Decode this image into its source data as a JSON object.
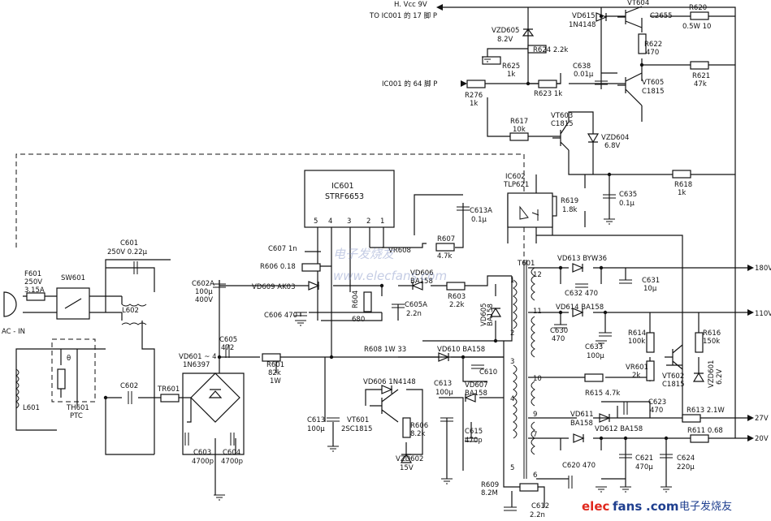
{
  "labels": {
    "hvcc": "H. Vcc 9V",
    "to_ic001_17": "TO IC001 的 17 脚 P",
    "ic001_64": "IC001 的 64 脚 P",
    "vt604": "VT604",
    "c2655": "C2655",
    "r620": "R620",
    "r620v": "0.5W 10",
    "vd615": "VD615",
    "vd615v": "1N4148",
    "vzd605": "VZD605",
    "vzd605v": "8.2V",
    "r624": "R624 2.2k",
    "r622": "R622",
    "r622v": "470",
    "r625": "R625",
    "r625v": "1k",
    "c638": "C638",
    "c638v": "0.01μ",
    "r621": "R621",
    "r621v": "47k",
    "r276": "R276",
    "r276v": "1k",
    "r623": "R623 1k",
    "vt605": "VT605",
    "vt605v": "C1815",
    "r617": "R617",
    "r617v": "10k",
    "vt603": "VT603",
    "vt603v": "C1815",
    "vzd604": "VZD604",
    "vzd604v": "6.8V",
    "ic601": "IC601",
    "ic601v": "STRF6653",
    "pin5": "5",
    "pin4": "4",
    "pin3": "3",
    "pin2": "2",
    "pin1": "1",
    "ic602": "IC602",
    "ic602v": "TLP621",
    "r619": "R619",
    "r619v": "1.8k",
    "c635": "C635",
    "c635v": "0.1μ",
    "r618": "R618",
    "r618v": "1k",
    "c613a": "C613A",
    "c613av": "0.1μ",
    "c607": "C607 1n",
    "r608": "VR608",
    "r607": "R607",
    "r607v": "4.7k",
    "r606": "R606 0.18",
    "f601": "F601",
    "f601v1": "250V",
    "f601v2": "3.15A",
    "sw601": "SW601",
    "acin": "AC - IN",
    "c601": "C601",
    "c601v": "250V 0.22μ",
    "l602": "L602",
    "c602a": "C602A",
    "c602av1": "100μ",
    "c602av2": "400V",
    "vd609": "VD609 AK03",
    "vd606top": "VD606",
    "ba158": "BA158",
    "r603": "R603",
    "r603v": "2.2k",
    "c606": "C606 470",
    "r604": "R604",
    "r604v": "680",
    "c605a": "C605A",
    "c605av": "2.2n",
    "vd605": "VD605",
    "vd605v": "BA158",
    "t601": "T601",
    "vd613": "VD613 BYW36",
    "c632": "C632 470",
    "c631": "C631",
    "c631v": "10μ",
    "out180": "180V",
    "vd614": "VD614 BA158",
    "out110": "110V",
    "c630": "C630",
    "c630v": "470",
    "c633": "C633",
    "c633v": "100μ",
    "r614": "R614",
    "r614v": "100k",
    "r616": "R616",
    "r616v": "150k",
    "vr601": "VR601",
    "vr601v": "2k",
    "vt602": "VT602",
    "vt602v": "C1815",
    "vzd601": "VZD601",
    "vzd601v": "6.2V",
    "r615": "R615 4.7k",
    "vd601": "VD601 ~ 4",
    "vd601v": "1N6397",
    "c605": "C605",
    "c605v": "472",
    "r601": "R601",
    "r601v1": "82k",
    "r601v2": "1W",
    "r608w": "R608 1W 33",
    "vd610": "VD610 BA158",
    "c610": "C610",
    "vd606": "VD606 1N4148",
    "c613": "C613",
    "c613v": "100μ",
    "vd607": "VD607",
    "vd607v": "BA158",
    "c613b": "C613",
    "c613bv": "100μ",
    "vt601": "VT601",
    "vt601v": "2SC1815",
    "r606b": "R606",
    "r606bv": "8.2k",
    "c615": "C615",
    "c615v": "470p",
    "vzd602": "VZD602",
    "vzd602v": "15V",
    "l601": "L601",
    "th601": "TH601",
    "th601v": "PTC",
    "theta": "θ",
    "c602": "C602",
    "tr601": "TR601",
    "c603": "C603",
    "c603v": "4700p",
    "c604": "C604",
    "c604v": "4700p",
    "vd611": "VD611",
    "vd611v": "BA158",
    "c623": "C623",
    "c623v": "470",
    "vd612": "VD612 BA158",
    "r613": "R613 2.1W",
    "out27": "27V",
    "r611": "R611 0.68",
    "out20": "20V",
    "c620": "C620 470",
    "c621": "C621",
    "c621v": "470μ",
    "c624": "C624",
    "c624v": "220μ",
    "r609": "R609",
    "r609v": "8.2M",
    "c612": "C612",
    "c612v": "2.2n",
    "w12": "12",
    "w11": "11",
    "w10": "10",
    "w9": "9",
    "w7": "7",
    "w6": "6",
    "w1": "1",
    "w2": "2",
    "w3": "3",
    "w4": "4",
    "w5": "5"
  },
  "watermark": {
    "cn": "电子发烧友",
    "url": "www.elecfans.com"
  },
  "brand": {
    "elec": "elec",
    "fans": "fans",
    "dotcom": ".com",
    "cn": "电子发烧友",
    "brand_red": "#e0281e",
    "brand_blue": "#1f3f8f"
  }
}
